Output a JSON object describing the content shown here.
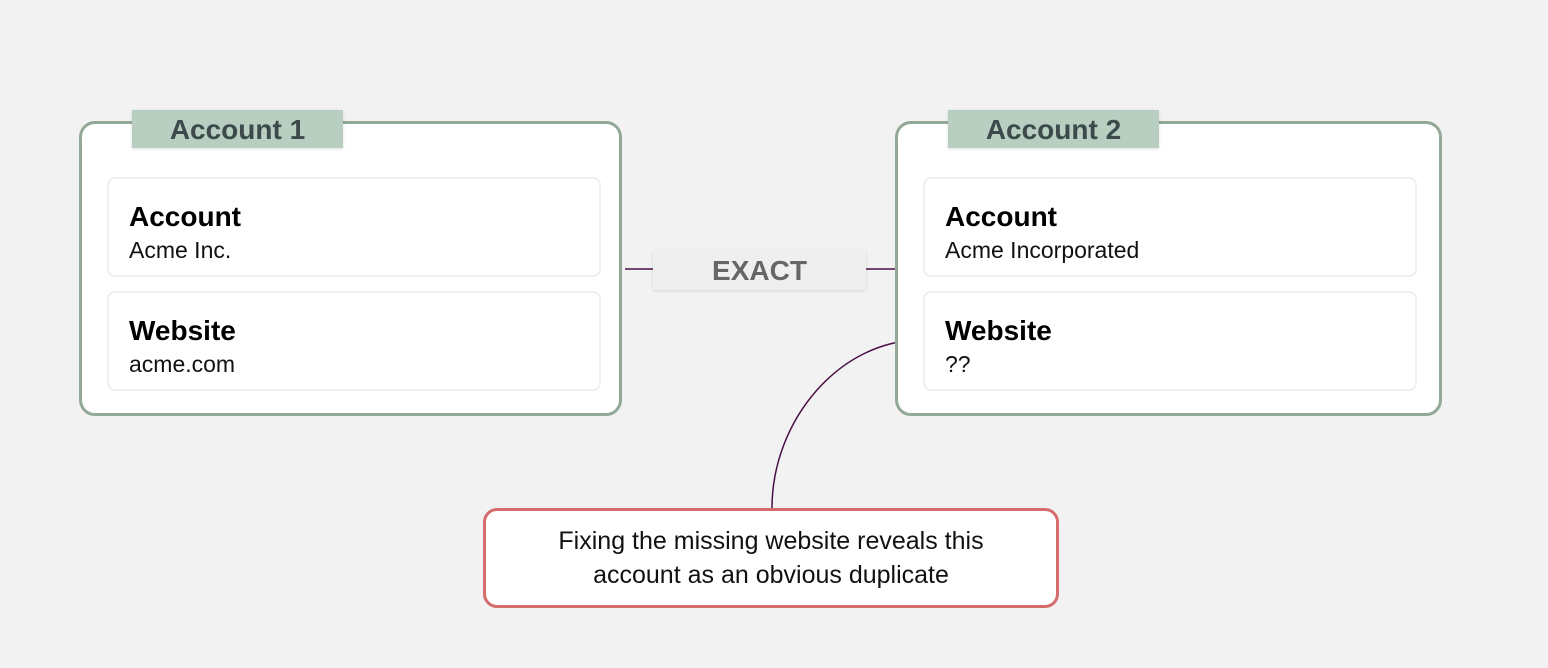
{
  "accounts": [
    {
      "title": "Account 1",
      "fields": [
        {
          "label": "Account",
          "value": "Acme Inc."
        },
        {
          "label": "Website",
          "value": "acme.com"
        }
      ]
    },
    {
      "title": "Account 2",
      "fields": [
        {
          "label": "Account",
          "value": "Acme Incorporated"
        },
        {
          "label": "Website",
          "value": "??"
        }
      ]
    }
  ],
  "match_label": "EXACT",
  "note": "Fixing the missing website reveals this account as an obvious duplicate",
  "colors": {
    "border": "#93a896",
    "tag": "#b8cec0",
    "connector": "#4a0f45",
    "note_border": "#d46d6b"
  }
}
